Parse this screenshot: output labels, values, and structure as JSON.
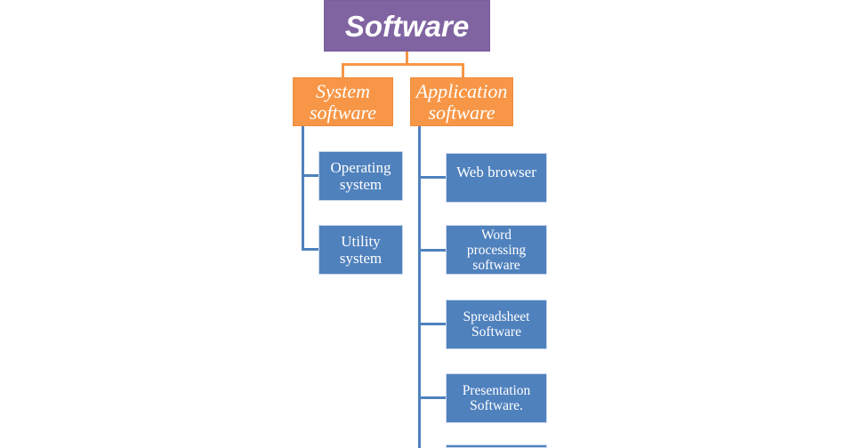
{
  "diagram": {
    "root": {
      "label": "Software"
    },
    "system_software": {
      "label_line1": "System",
      "label_line2": "software",
      "children": [
        {
          "line1": "Operating",
          "line2": "system"
        },
        {
          "line1": "Utility",
          "line2": "system"
        }
      ]
    },
    "application_software": {
      "label_line1": "Application",
      "label_line2": "software",
      "children": [
        {
          "line1": "Web browser"
        },
        {
          "line1": "Word",
          "line2": "processing",
          "line3": "software"
        },
        {
          "line1": "Spreadsheet",
          "line2": "Software"
        },
        {
          "line1": "Presentation",
          "line2": "Software."
        }
      ]
    },
    "colors": {
      "root": "#8064a2",
      "branch": "#f79646",
      "leaf": "#4f81bd",
      "connector_blue": "#4f81bd",
      "connector_orange": "#f79646"
    }
  }
}
